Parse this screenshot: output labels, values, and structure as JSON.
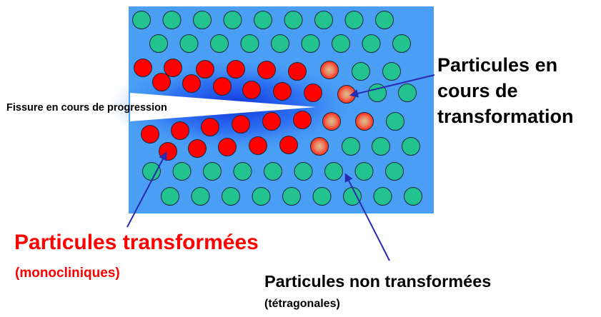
{
  "labels": {
    "crack": "Fissure en cours de progression",
    "transforming": [
      "Particules en",
      "cours de",
      "transformation"
    ],
    "transformed_title": "Particules transformées",
    "transformed_sub": "(monocliniques)",
    "untransformed_title": "Particules non transformées",
    "untransformed_sub": "(tétragonales)"
  },
  "colors": {
    "matrix": "#4a9ff5",
    "crack_glow": "#0a2bd8",
    "tetragonal": "#22c38e",
    "monoclinic": "#ff0000",
    "transforming_core": "#d8c28c",
    "arrow": "#2a2ab0",
    "crack": "#ffffff"
  }
}
